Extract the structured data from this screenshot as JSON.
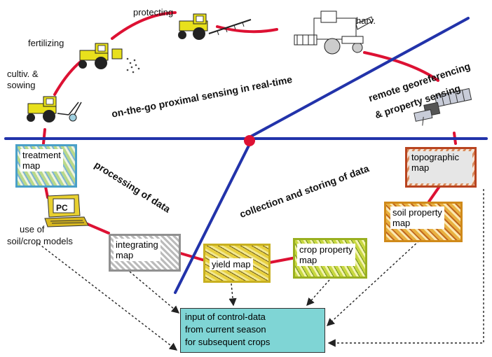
{
  "operations": {
    "cultivating": "cultiv. &",
    "sowing": "sowing",
    "fertilizing": "fertilizing",
    "protecting": "protecting",
    "harvesting": "harv."
  },
  "phases": {
    "proximal_sensing": "on-the-go proximal sensing in real-time",
    "remote_line1": "remote georeferencing",
    "remote_line2": "& property sensing",
    "processing": "processing of data",
    "collection": "collection and storing of data"
  },
  "maps": {
    "treatment": [
      "treatment",
      "map"
    ],
    "topographic": [
      "topographic",
      "map"
    ],
    "soil_property": [
      "soil property",
      "map"
    ],
    "integrating": [
      "integrating",
      "map"
    ],
    "yield": "yield map",
    "crop_property": [
      "crop property",
      "map"
    ]
  },
  "models": {
    "pc_label": "PC",
    "line1": "use of",
    "line2": "soil/crop models"
  },
  "result": {
    "line1": "input of control-data",
    "line2": "from current season",
    "line3": "for subsequent crops"
  },
  "colors": {
    "axis_blue": "#2233aa",
    "cycle_red": "#dd1133",
    "result_fill": "#7fd5d5"
  }
}
